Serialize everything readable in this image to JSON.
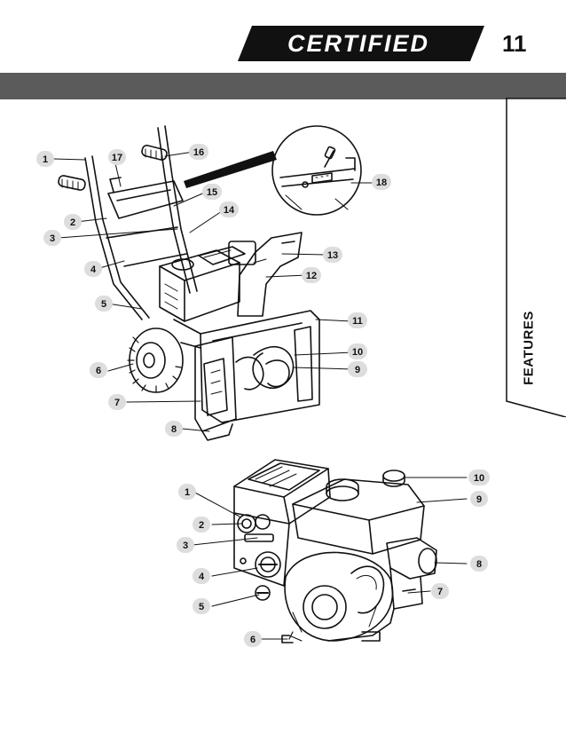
{
  "header": {
    "brand": "CERTIFIED",
    "page_number": "11"
  },
  "sidebar": {
    "label": "FEATURES"
  },
  "snowblower_callouts": [
    "1",
    "2",
    "3",
    "4",
    "5",
    "6",
    "7",
    "8",
    "9",
    "10",
    "11",
    "12",
    "13",
    "14",
    "15",
    "16",
    "17",
    "18"
  ],
  "engine_callouts": [
    "1",
    "2",
    "3",
    "4",
    "5",
    "6",
    "7",
    "8",
    "9",
    "10"
  ]
}
